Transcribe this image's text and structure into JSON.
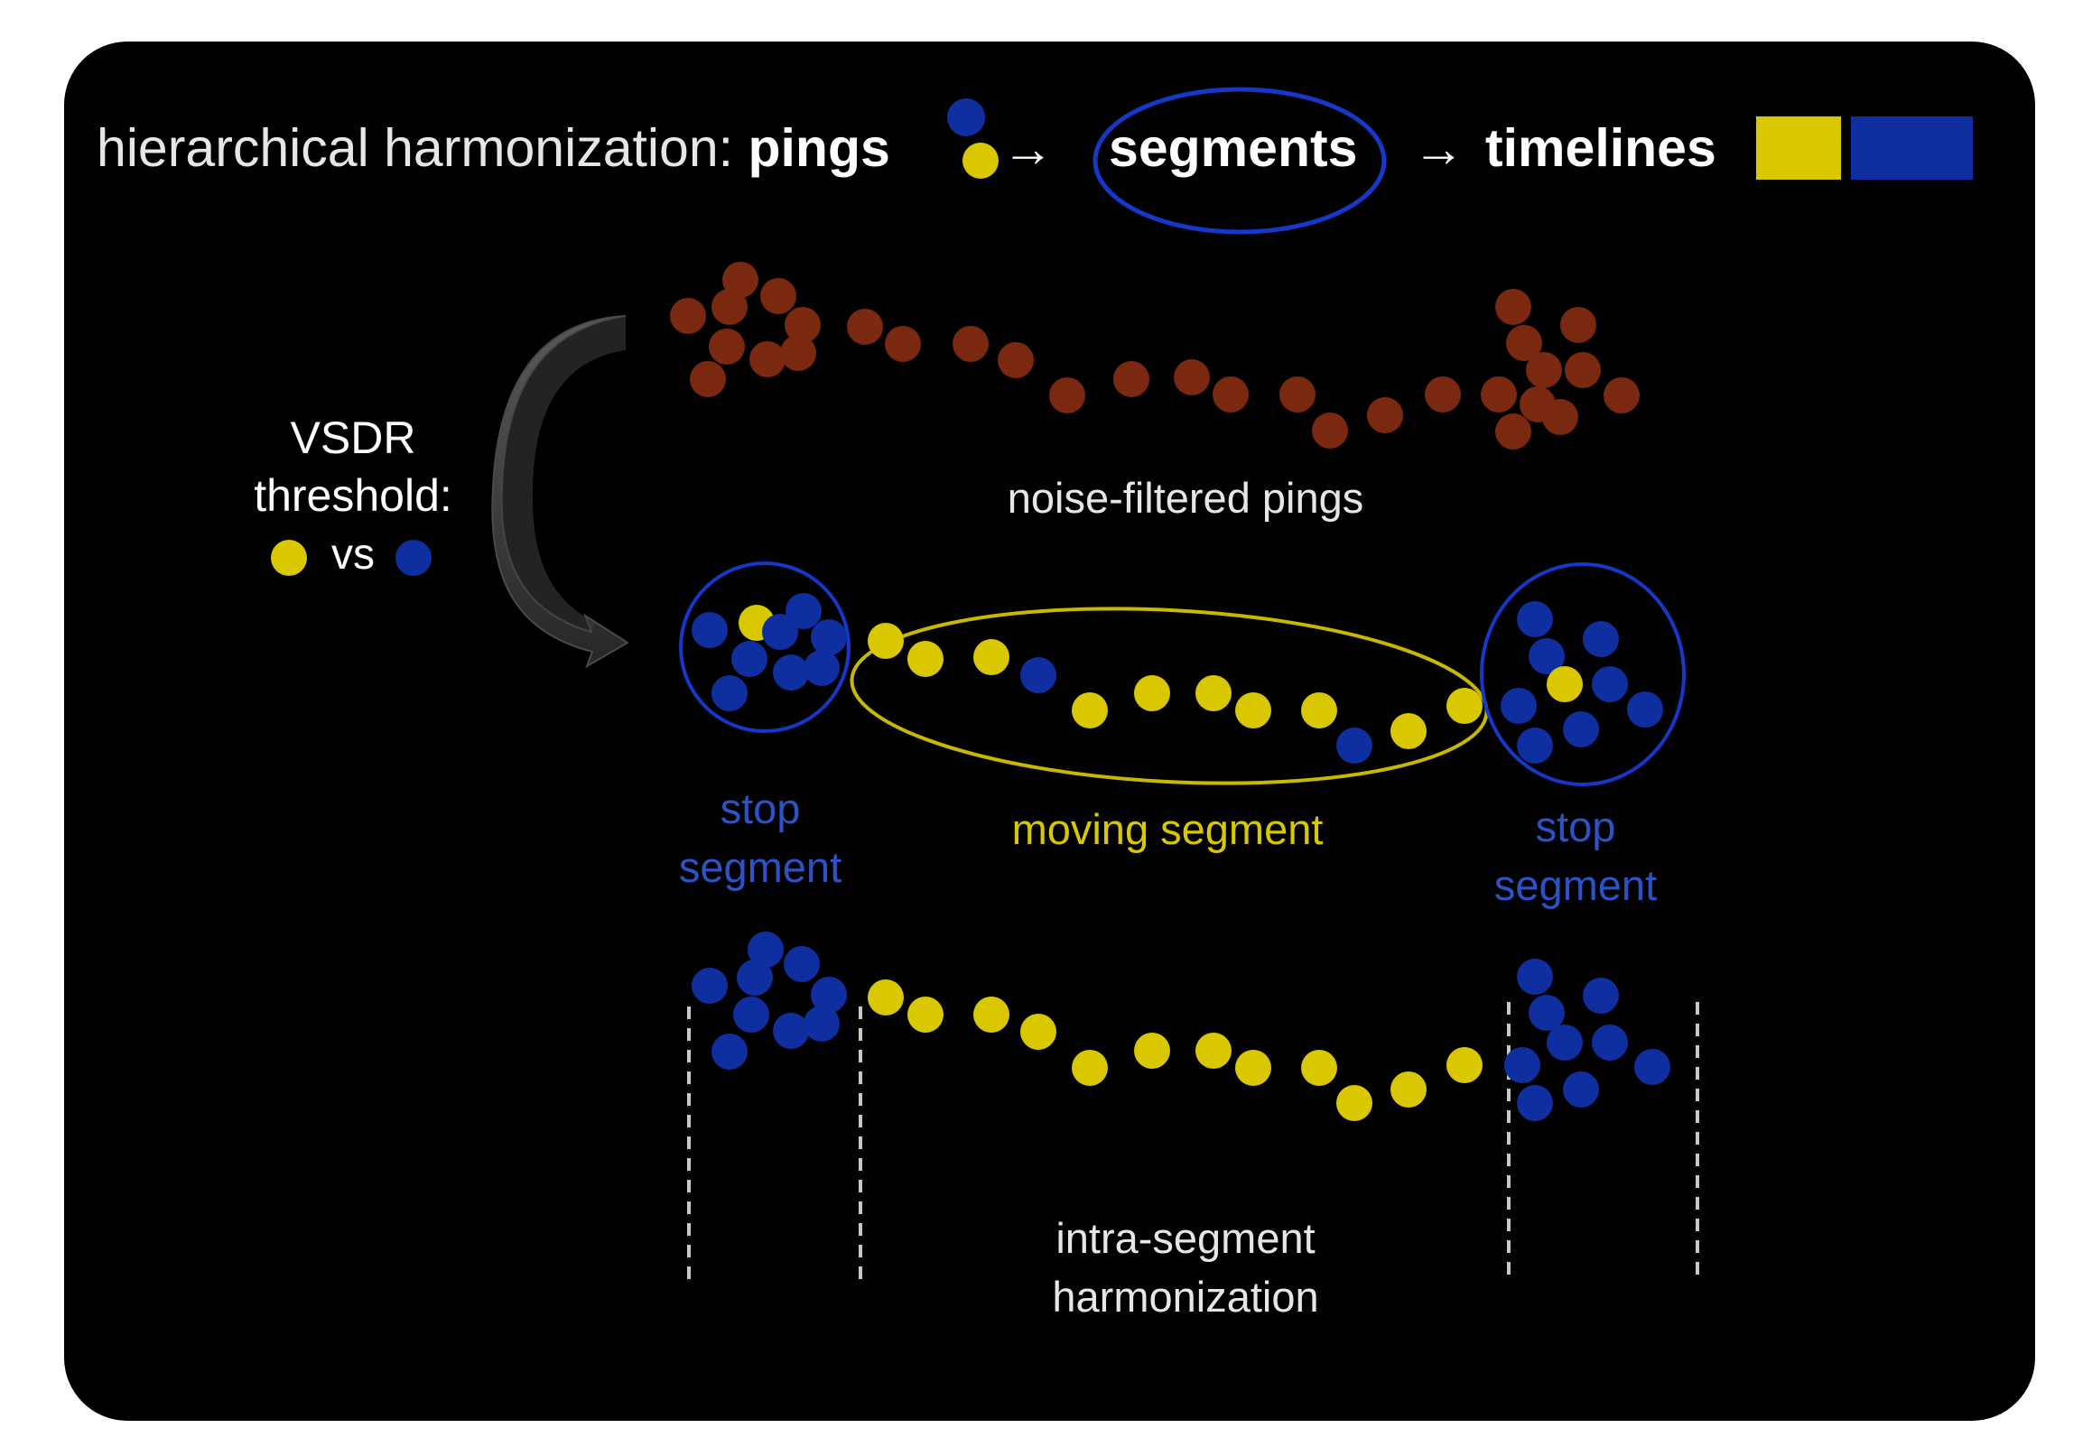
{
  "header": {
    "prefix": "hierarchical harmonization: ",
    "pings": "pings",
    "segments": "segments",
    "arrow_after_pings": "→",
    "arrow_after_segments": "→",
    "timelines": "timelines"
  },
  "threshold": {
    "line1": "VSDR",
    "line2": "threshold:",
    "vs": "vs"
  },
  "labels": {
    "noise_filtered": "noise-filtered pings",
    "stop_left_1": "stop",
    "stop_left_2": "segment",
    "moving": "moving segment",
    "stop_right_1": "stop",
    "stop_right_2": "segment",
    "intra_1": "intra-segment",
    "intra_2": "harmonization"
  },
  "colors": {
    "background": "#000000",
    "stop_blue": "#0f2fa0",
    "moving_yellow": "#d9c800",
    "raw_ping_brown": "#7a2810",
    "stop_label_blue": "#2c52c8",
    "moving_label_yellow": "#d8c800",
    "outline_blue": "#1638c8"
  }
}
